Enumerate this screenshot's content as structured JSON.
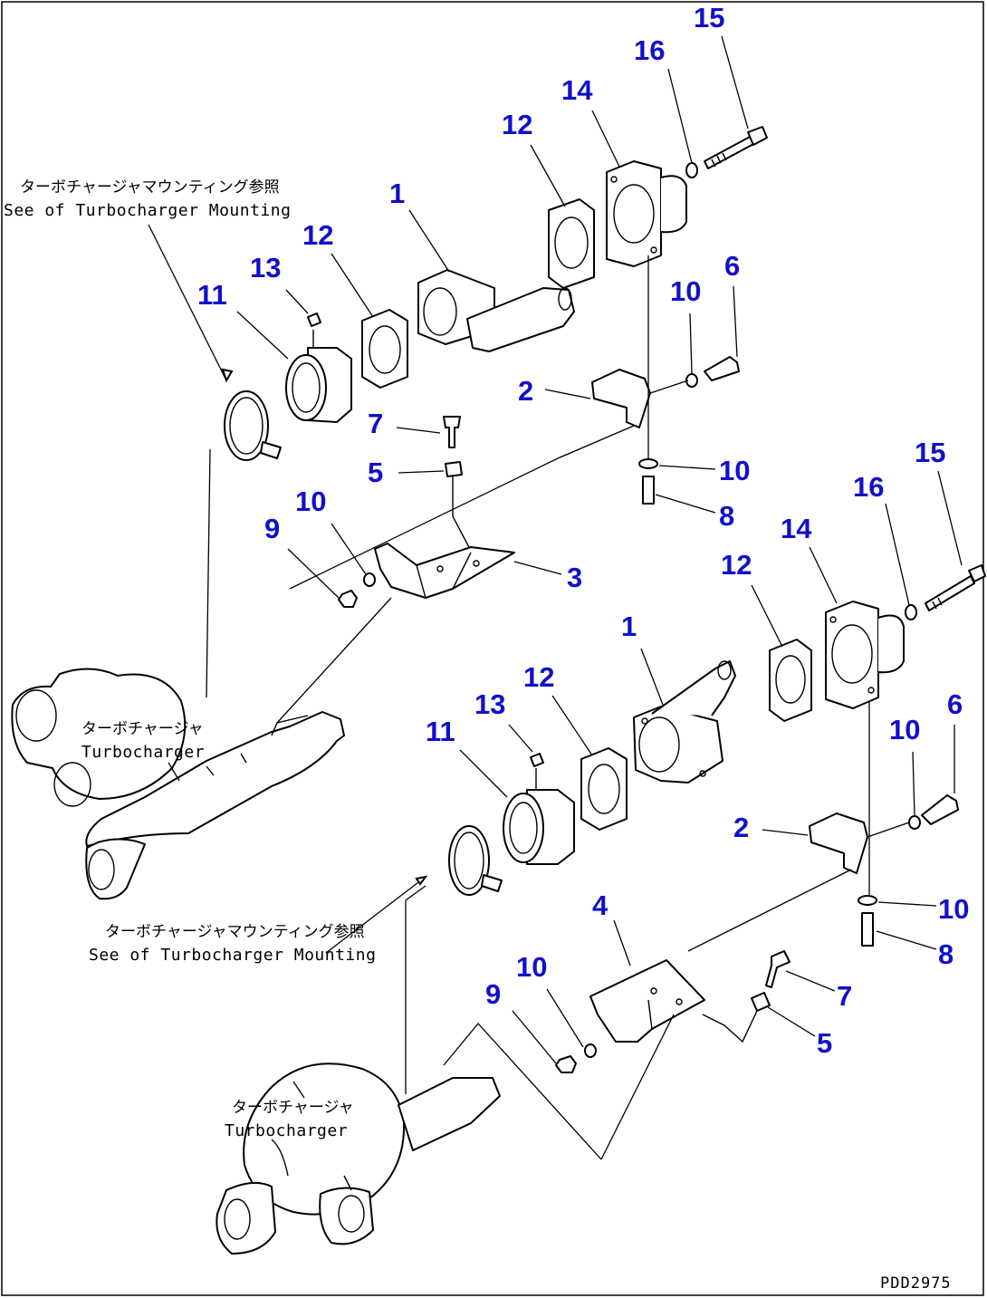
{
  "drawing_code": "PDD2975",
  "notes": {
    "mounting_ref_top": {
      "jp": "ターボチャージャマウンティング参照",
      "en": "See of Turbocharger Mounting"
    },
    "turbo_upper": {
      "jp": "ターボチャージャ",
      "en": "Turbocharger"
    },
    "mounting_ref_bottom": {
      "jp": "ターボチャージャマウンティング参照",
      "en": "See of Turbocharger Mounting"
    },
    "turbo_lower": {
      "jp": "ターボチャージャ",
      "en": "Turbocharger"
    }
  },
  "callouts": {
    "upper": {
      "c15": "15",
      "c16": "16",
      "c14": "14",
      "c12a": "12",
      "c1": "1",
      "c12b": "12",
      "c13": "13",
      "c11": "11",
      "c10a": "10",
      "c6": "6",
      "c2": "2",
      "c7": "7",
      "c5": "5",
      "c10b": "10",
      "c8": "8",
      "c9": "9",
      "c10c": "10",
      "c3": "3"
    },
    "lower": {
      "c15": "15",
      "c16": "16",
      "c14": "14",
      "c12a": "12",
      "c1": "1",
      "c12b": "12",
      "c13": "13",
      "c11": "11",
      "c10a": "10",
      "c6": "6",
      "c2": "2",
      "c10b": "10",
      "c8": "8",
      "c4": "4",
      "c7": "7",
      "c10c": "10",
      "c9": "9",
      "c5": "5"
    }
  }
}
